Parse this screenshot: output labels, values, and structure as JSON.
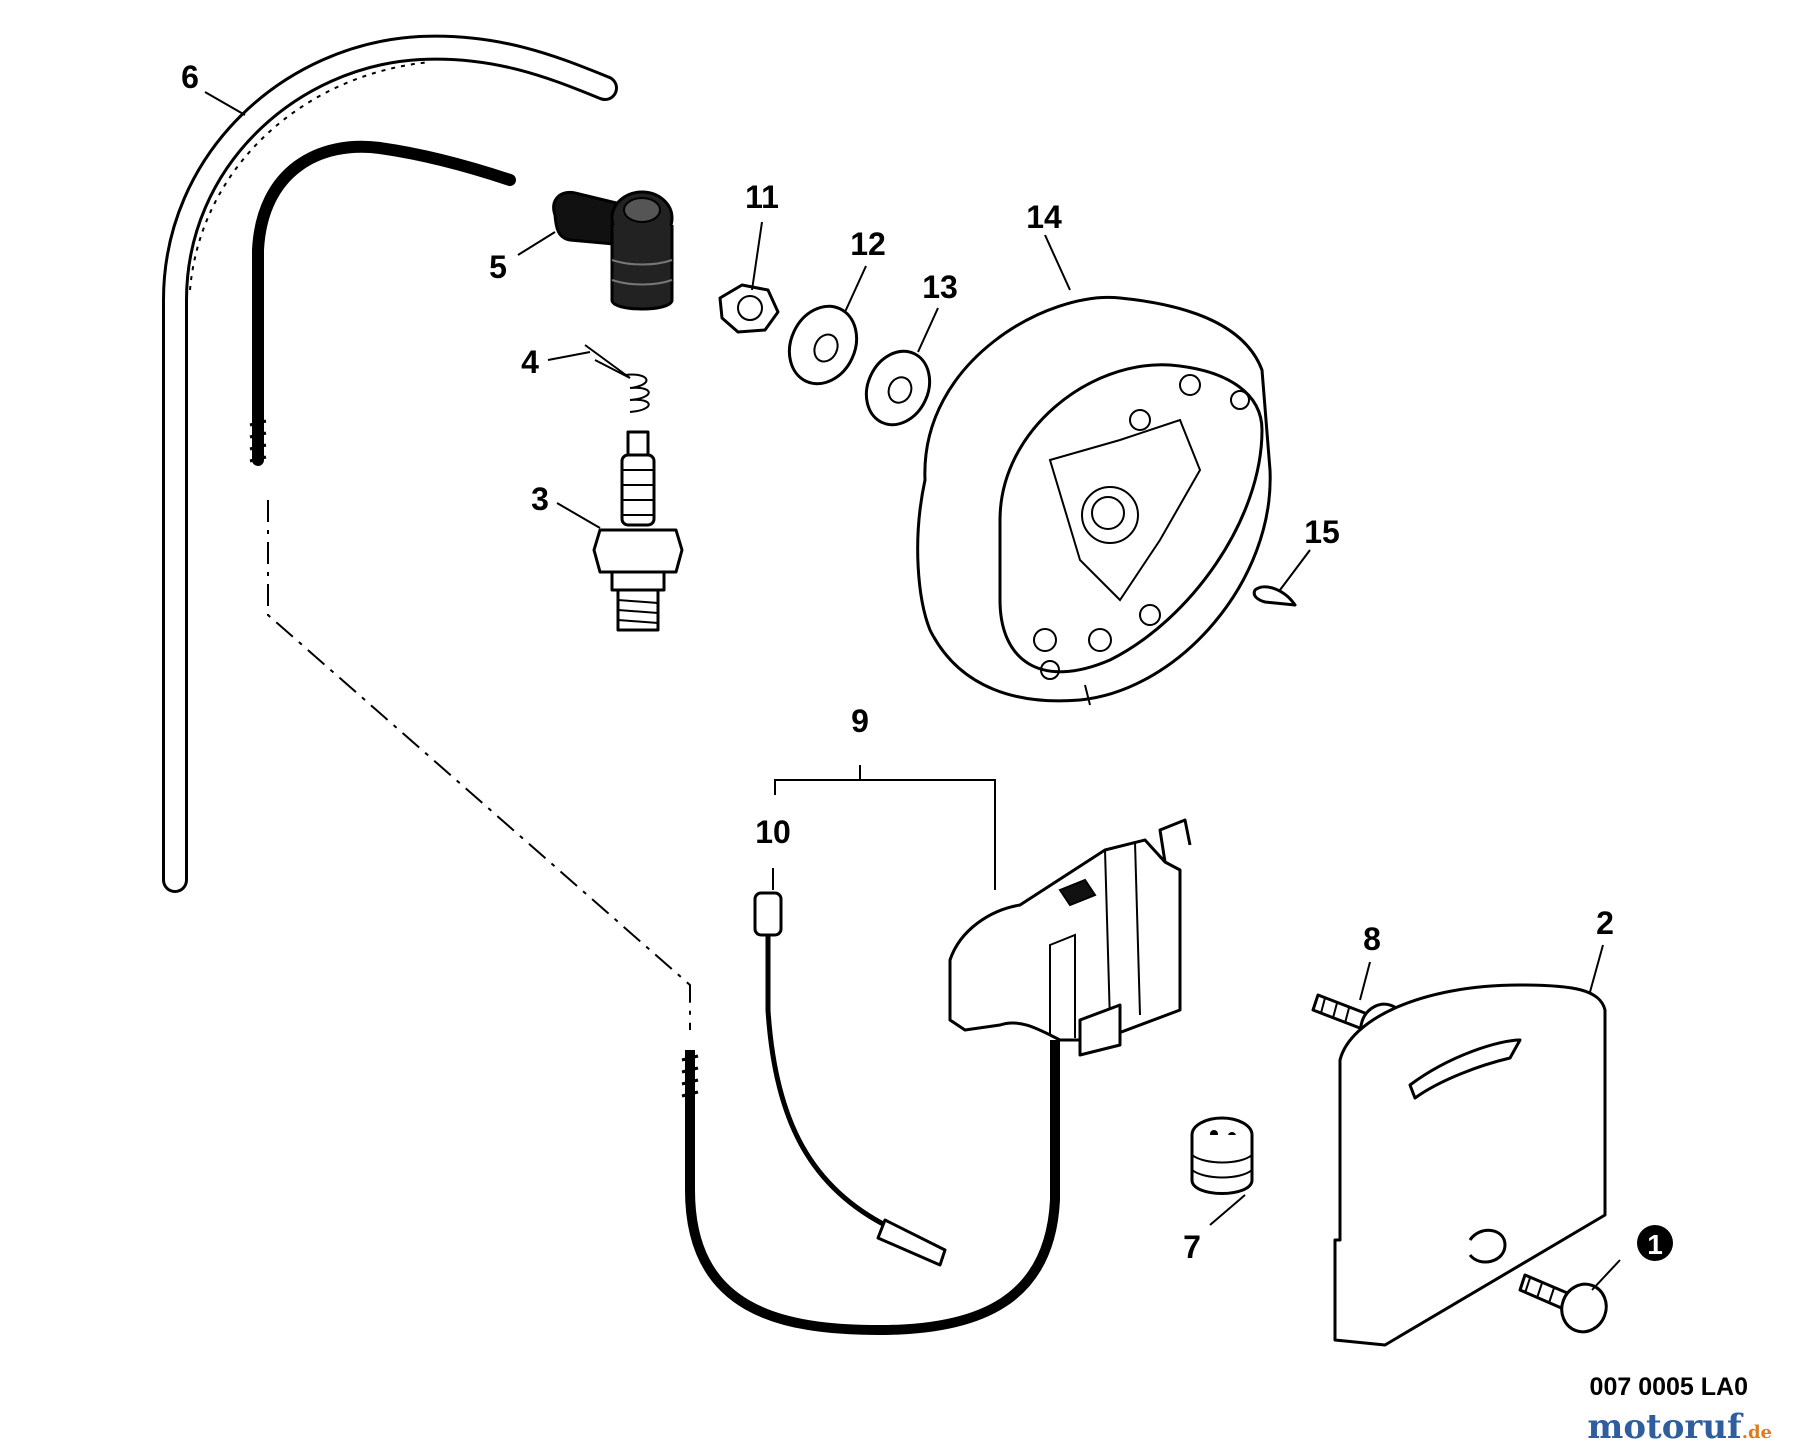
{
  "diagram": {
    "callouts": [
      {
        "id": "callout-1",
        "label": "1"
      },
      {
        "id": "callout-2",
        "label": "2"
      },
      {
        "id": "callout-3",
        "label": "3"
      },
      {
        "id": "callout-4",
        "label": "4"
      },
      {
        "id": "callout-5",
        "label": "5"
      },
      {
        "id": "callout-6",
        "label": "6"
      },
      {
        "id": "callout-7",
        "label": "7"
      },
      {
        "id": "callout-8",
        "label": "8"
      },
      {
        "id": "callout-9",
        "label": "9"
      },
      {
        "id": "callout-10",
        "label": "10"
      },
      {
        "id": "callout-11",
        "label": "11"
      },
      {
        "id": "callout-12",
        "label": "12"
      },
      {
        "id": "callout-13",
        "label": "13"
      },
      {
        "id": "callout-14",
        "label": "14"
      },
      {
        "id": "callout-15",
        "label": "15"
      }
    ],
    "reference_code": "007 0005 LA0",
    "watermark": {
      "main": "motoruf",
      "suffix": ".de"
    },
    "colors": {
      "line": "#000000",
      "background": "#ffffff",
      "watermark_blue": "#2f5d9e",
      "watermark_orange": "#e07b1a"
    }
  }
}
